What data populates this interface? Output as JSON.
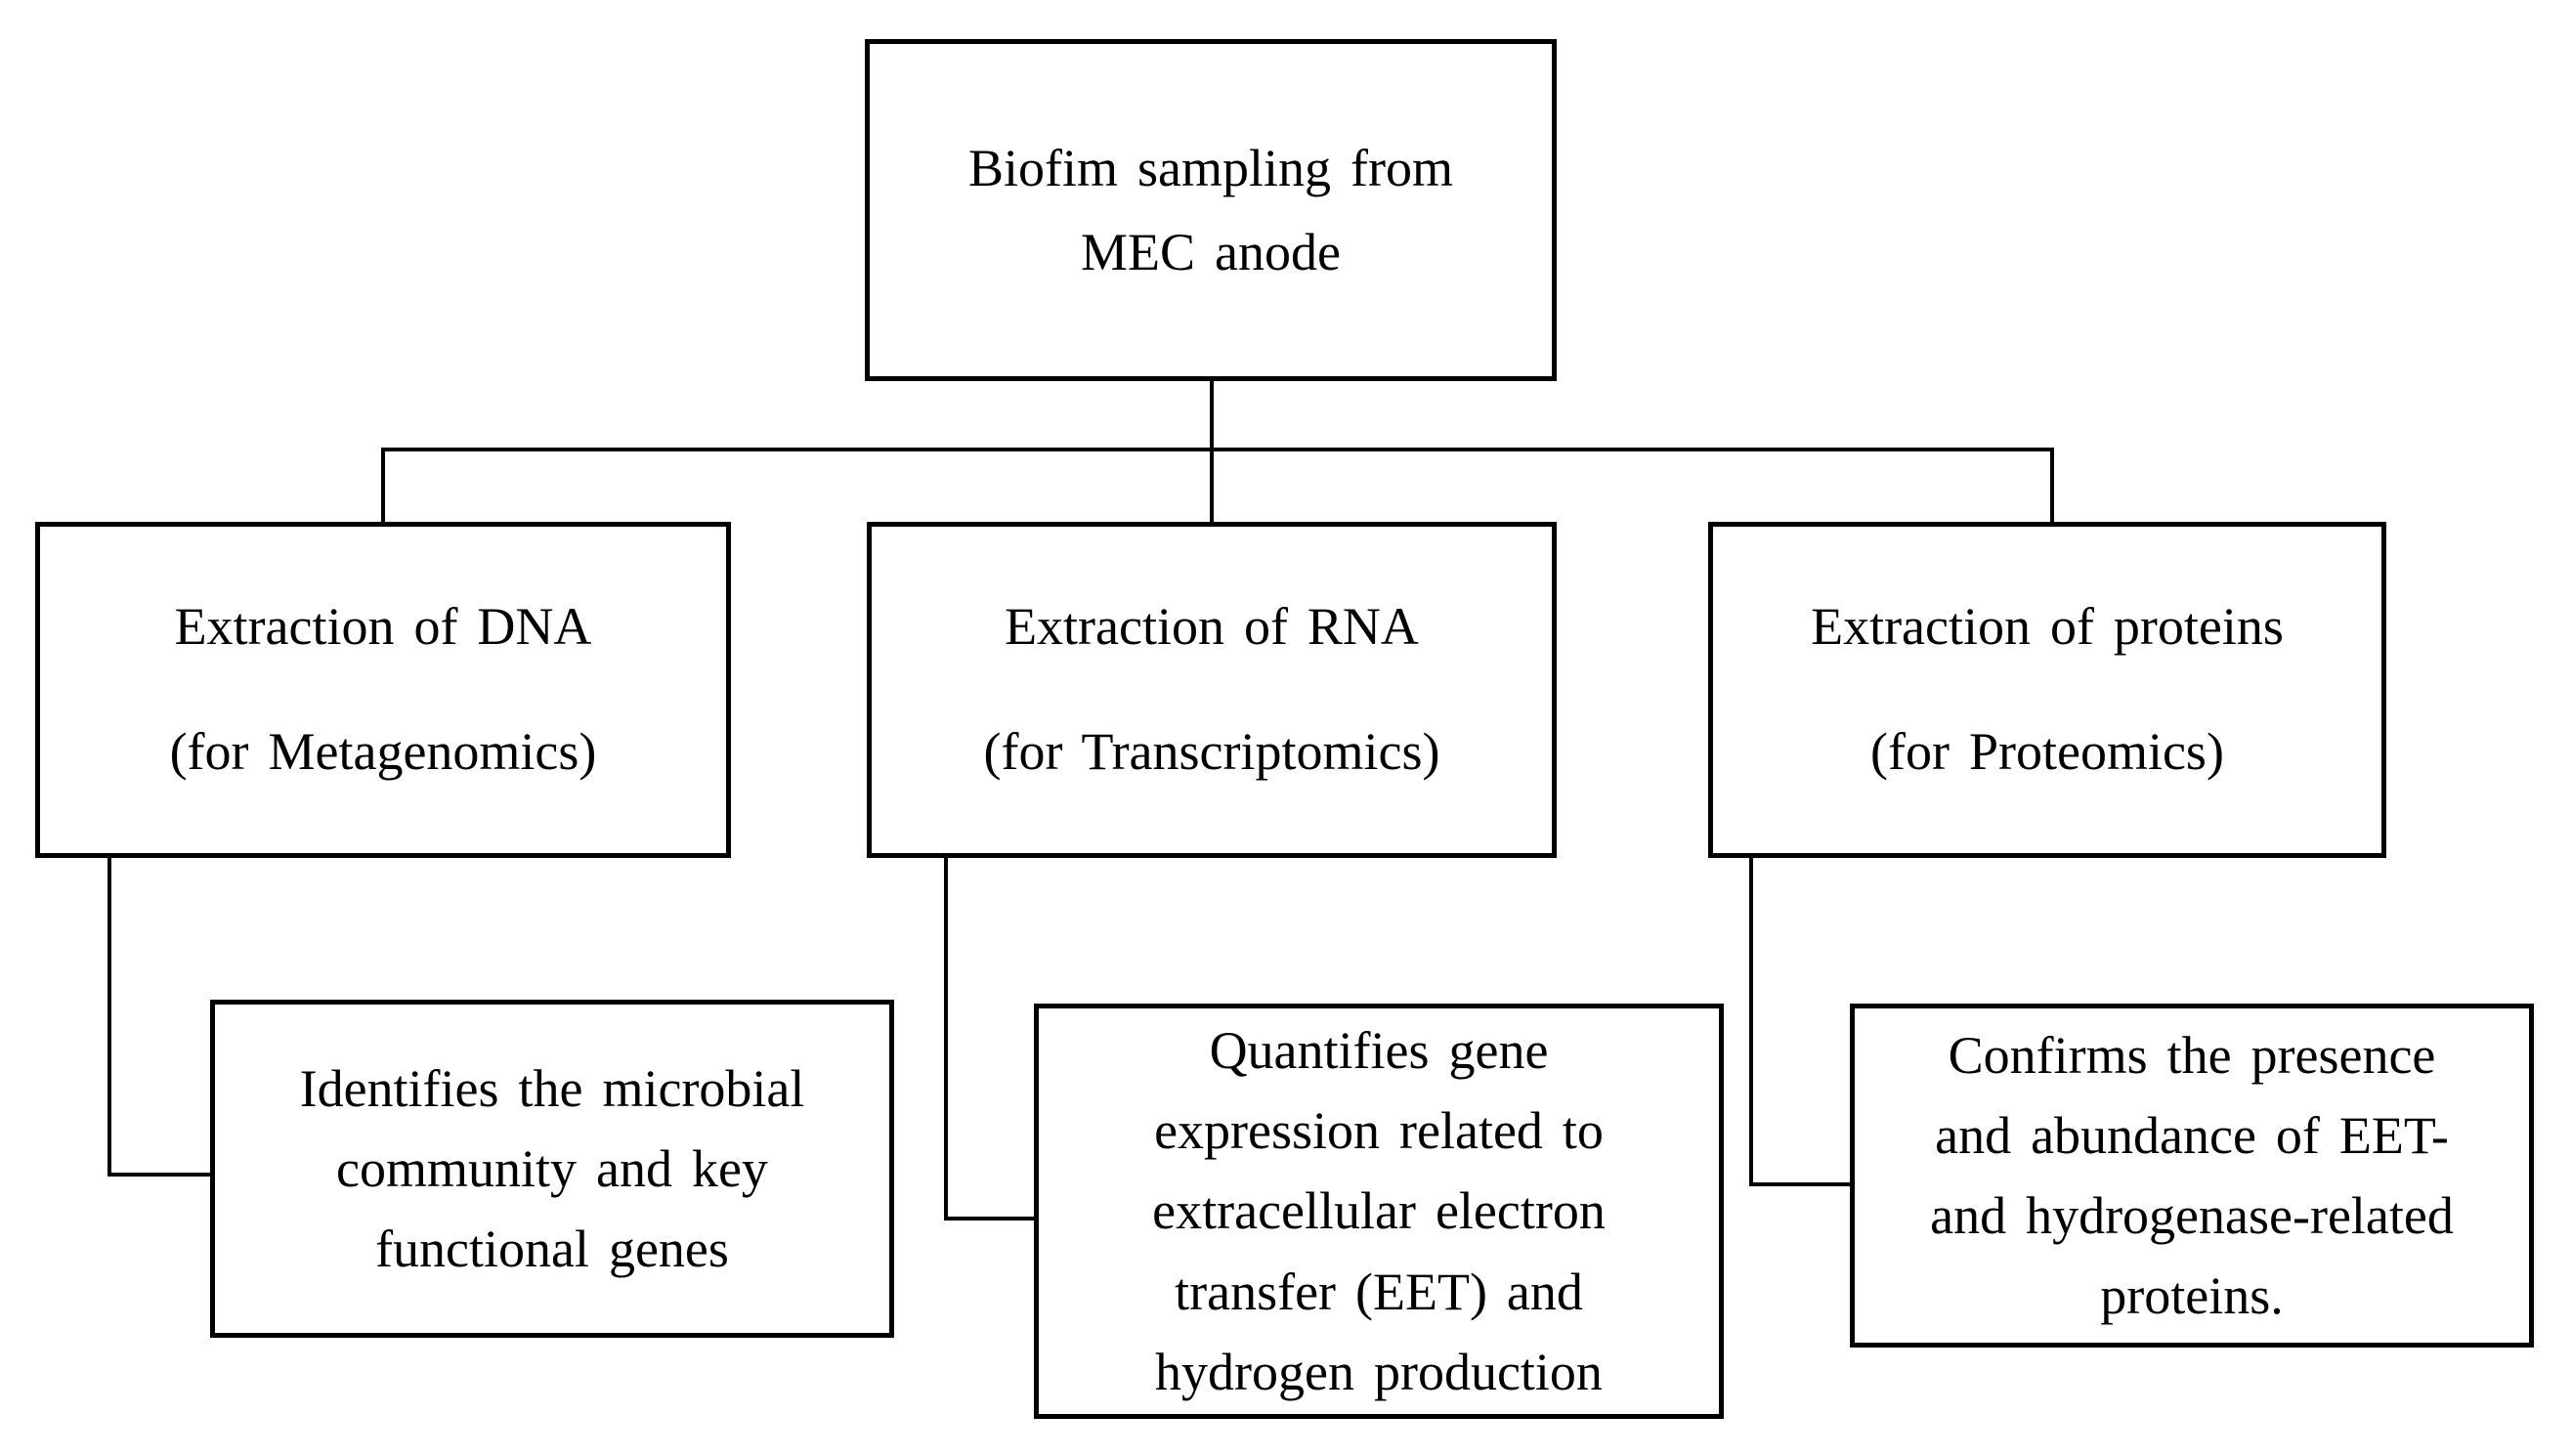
{
  "diagram": {
    "title": "Biofilm omics workflow flowchart",
    "background_color": "#ffffff",
    "line_color": "#000000",
    "text_color": "#000000",
    "nodes": {
      "root": {
        "lines": [
          "Biofim sampling from",
          "MEC anode"
        ]
      },
      "dna": {
        "lines": [
          "Extraction of DNA",
          "(for Metagenomics)"
        ]
      },
      "rna": {
        "lines": [
          "Extraction of RNA",
          "(for Transcriptomics)"
        ]
      },
      "protein": {
        "lines": [
          "Extraction of proteins",
          "(for Proteomics)"
        ]
      },
      "dna_outcome": {
        "lines": [
          "Identifies the microbial",
          "community and key",
          "functional genes"
        ]
      },
      "rna_outcome": {
        "lines": [
          "Quantifies gene",
          "expression related to",
          "extracellular electron",
          "transfer (EET) and",
          "hydrogen production"
        ]
      },
      "protein_outcome": {
        "lines": [
          "Confirms the presence",
          "and abundance of EET-",
          "and hydrogenase-related",
          "proteins."
        ]
      }
    }
  }
}
